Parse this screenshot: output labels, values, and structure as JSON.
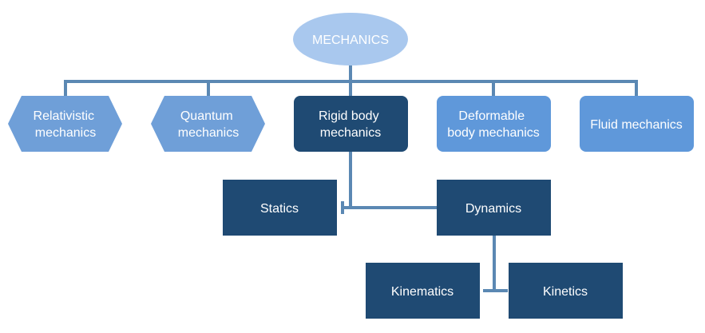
{
  "root": {
    "label": "MECHANICS"
  },
  "branches": [
    {
      "lines": [
        "Relativistic",
        "mechanics"
      ]
    },
    {
      "lines": [
        "Quantum",
        "mechanics"
      ]
    },
    {
      "lines": [
        "Rigid body",
        "mechanics"
      ]
    },
    {
      "lines": [
        "Deformable",
        "body mechanics"
      ]
    },
    {
      "lines": [
        "Fluid mechanics"
      ]
    }
  ],
  "rigid_children": {
    "statics": "Statics",
    "dynamics": "Dynamics"
  },
  "dynamics_children": {
    "kinematics": "Kinematics",
    "kinetics": "Kinetics"
  },
  "colors": {
    "root_fill": "#a9c8ee",
    "light_fill": "#6f9fd8",
    "mid_fill": "#5f98da",
    "dark_fill": "#1f4a73",
    "connector": "#5b88b3"
  }
}
